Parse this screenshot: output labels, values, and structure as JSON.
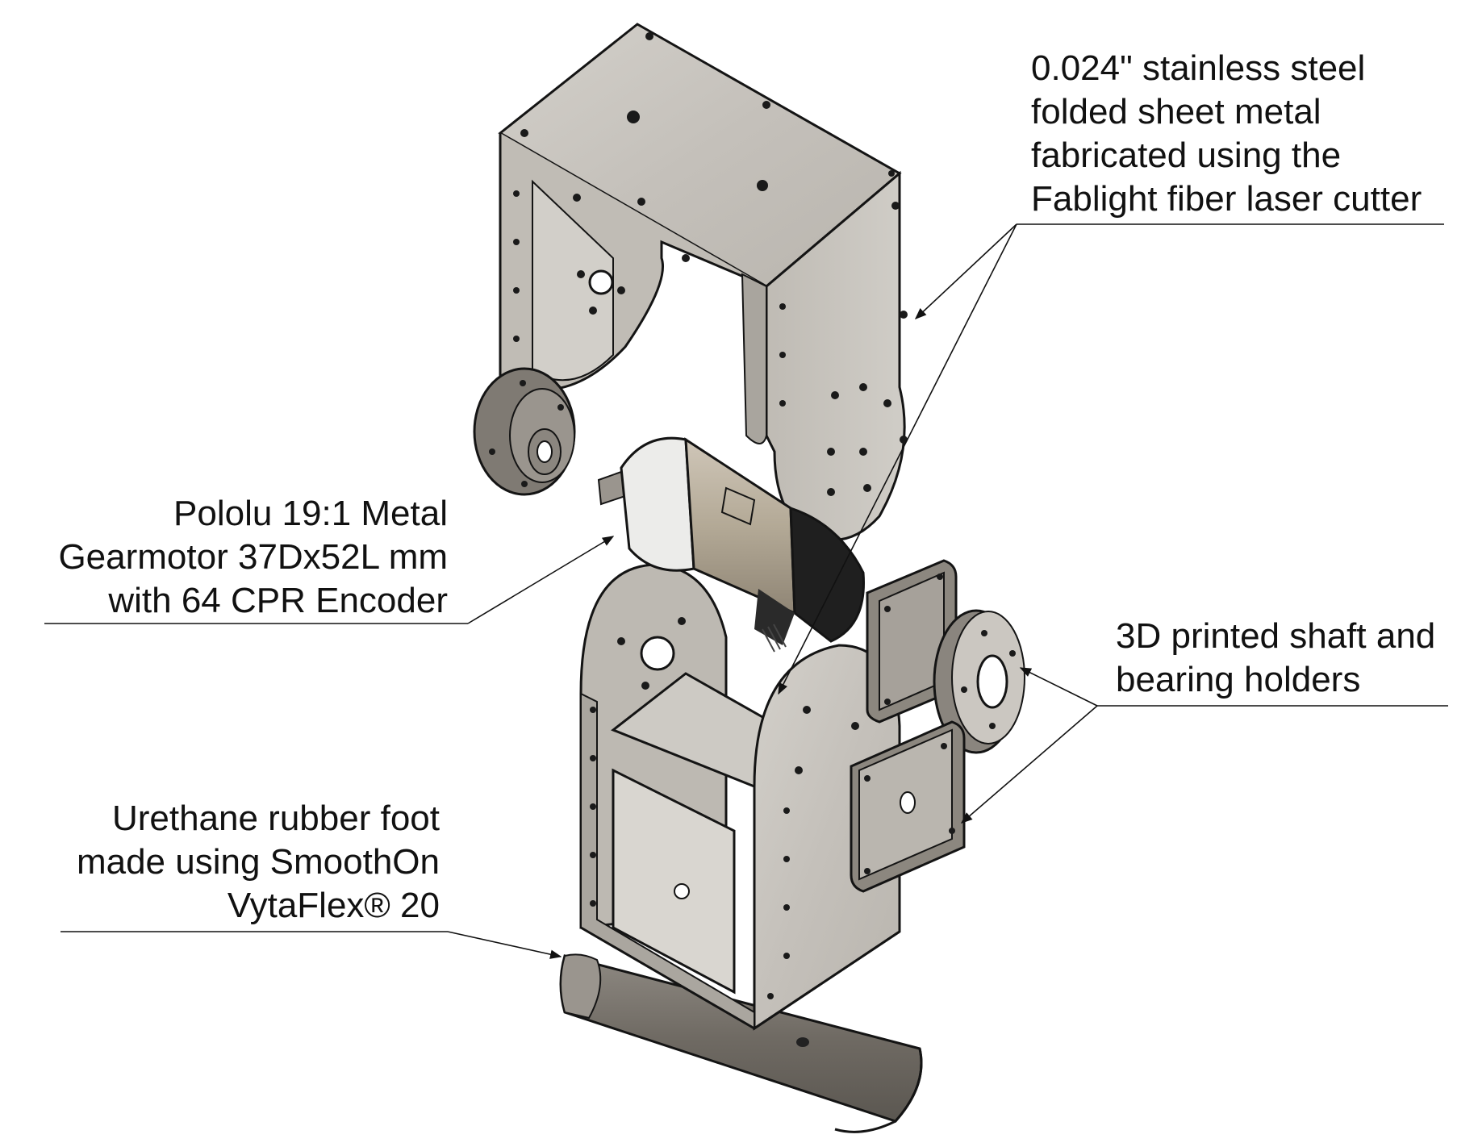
{
  "callouts": {
    "steel": {
      "lines": [
        "0.024\" stainless steel",
        "folded sheet metal",
        "fabricated using the",
        "Fablight fiber laser cutter"
      ]
    },
    "motor": {
      "lines": [
        "Pololu 19:1 Metal",
        "Gearmotor 37Dx52L mm",
        "with 64 CPR Encoder"
      ]
    },
    "holders": {
      "lines": [
        "3D printed shaft and",
        "bearing holders"
      ]
    },
    "foot": {
      "lines": [
        "Urethane rubber foot",
        "made using SmoothOn",
        "VytaFlex® 20"
      ]
    }
  },
  "colors": {
    "sheet_metal": "#c9c6c0",
    "sheet_metal_dark": "#a9a59e",
    "printed_part": "#8c877f",
    "motor_body": "#b5ab9c",
    "motor_cap": "#ececea",
    "encoder": "#1d1d1d",
    "foot": "#77726b",
    "outline": "#141414"
  }
}
